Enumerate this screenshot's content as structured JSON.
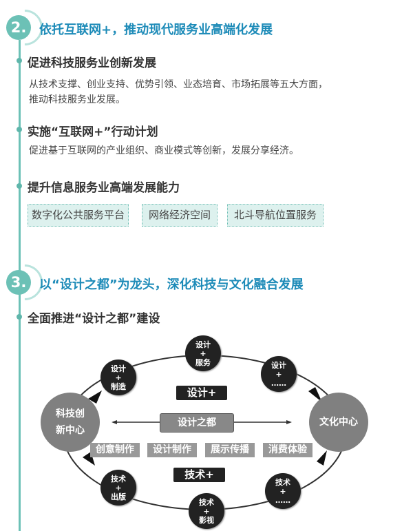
{
  "section2": {
    "number": "2.",
    "title": "依托互联网+，推动现代服务业高端化发展",
    "items": [
      {
        "heading": "促进科技服务业创新发展",
        "body": [
          "从技术支撑、创业支持、优势引领、业态培育、市场拓展等五大方面，",
          "推动科技服务业发展。"
        ]
      },
      {
        "heading": "实施“互联网+”行动计划",
        "body": [
          "促进基于互联网的产业组织、商业模式等创新，发展分享经济。"
        ]
      },
      {
        "heading": "提升信息服务业高端发展能力",
        "tags": [
          "数字化公共服务平台",
          "网络经济空间",
          "北斗导航位置服务"
        ]
      }
    ]
  },
  "section3": {
    "number": "3.",
    "title": "以“设计之都”为龙头，深化科技与文化融合发展",
    "heading": "全面推进“设计之都”建设",
    "diagram": {
      "left_center": [
        "科技创",
        "新中心"
      ],
      "right_center": "文化中心",
      "top_label": "设计+",
      "middle_label": "设计之都",
      "bottom_label": "技术+",
      "categories": [
        "创意制作",
        "设计制作",
        "展示传播",
        "消费体验"
      ],
      "nodes": [
        {
          "a": "设计",
          "b": "+",
          "c": "制造"
        },
        {
          "a": "设计",
          "b": "+",
          "c": "服务"
        },
        {
          "a": "设计",
          "b": "+",
          "c": "……"
        },
        {
          "a": "技术",
          "b": "+",
          "c": "出版"
        },
        {
          "a": "技术",
          "b": "+",
          "c": "影视"
        },
        {
          "a": "技术",
          "b": "+",
          "c": "……"
        }
      ]
    }
  }
}
